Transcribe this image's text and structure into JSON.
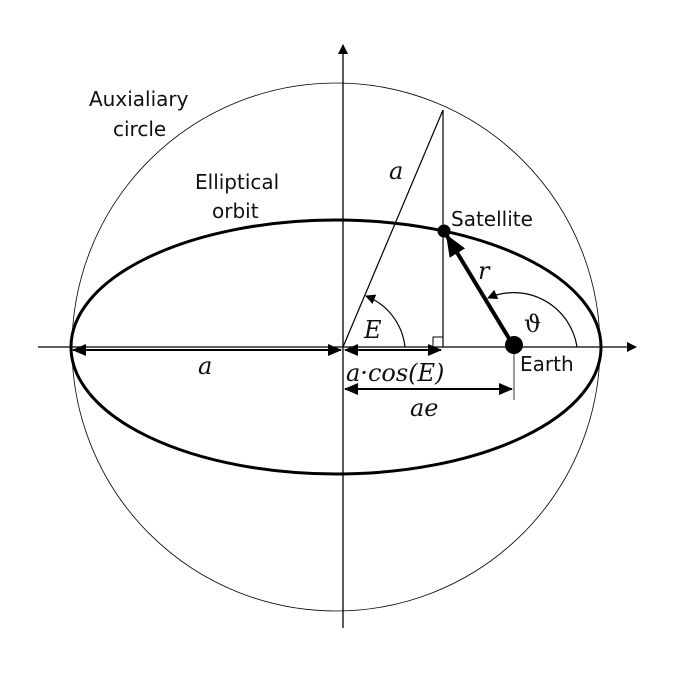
{
  "labels": {
    "auxiliary_circle_1": "Auxialiary",
    "auxiliary_circle_2": "circle",
    "elliptical_orbit_1": "Elliptical",
    "elliptical_orbit_2": "orbit",
    "satellite": "Satellite",
    "earth": "Earth",
    "semi_major_hyp": "a",
    "semi_major_dim": "a",
    "eccentric_anomaly": "E",
    "true_anomaly": "ϑ",
    "radius": "r",
    "a_cos_e": "a·cos(E)",
    "ae": "ae"
  }
}
